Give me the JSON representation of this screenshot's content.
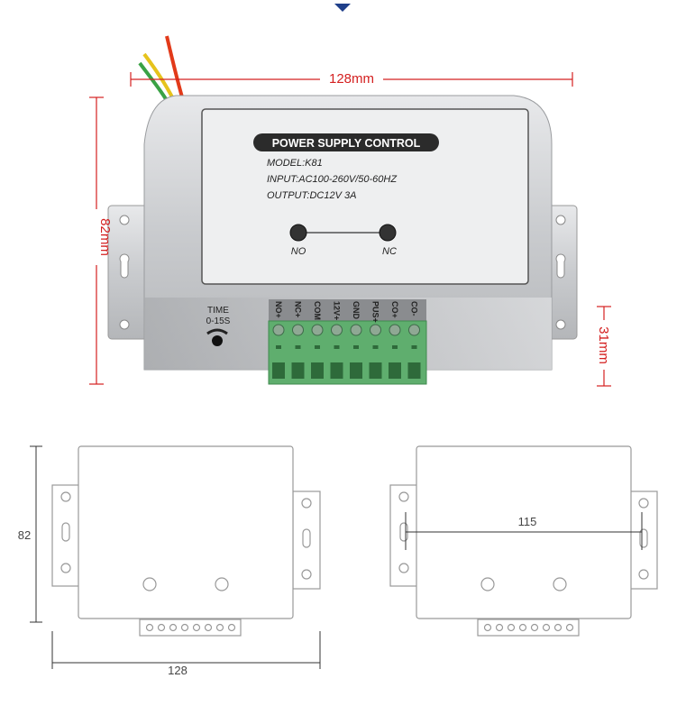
{
  "dimensions": {
    "width_label": "128mm",
    "height_label": "82mm",
    "depth_label": "31mm"
  },
  "device": {
    "title": "POWER SUPPLY CONTROL",
    "model": "MODEL:K81",
    "input": "INPUT:AC100-260V/50-60HZ",
    "output": "OUTPUT:DC12V 3A",
    "indicator_no": "NO",
    "indicator_nc": "NC",
    "time_label": "TIME",
    "time_range": "0-15S",
    "terminals": [
      "NO+",
      "NC+",
      "COM",
      "12V+",
      "GND",
      "PUS+",
      "CO+",
      "CO-"
    ]
  },
  "drawings": {
    "front_height": "82",
    "front_width": "128",
    "hole_spacing": "115"
  },
  "colors": {
    "dimension_red": "#d42020",
    "terminal_green": "#5fae6e",
    "accent_blue": "#1f3f8a"
  }
}
